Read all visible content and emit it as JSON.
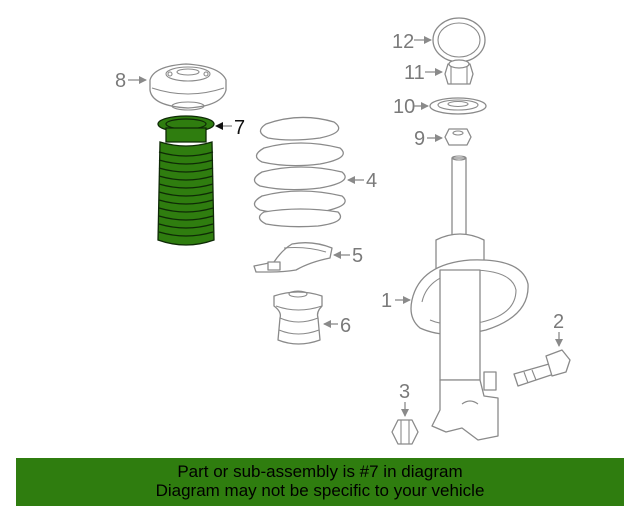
{
  "callouts": {
    "c1": "1",
    "c2": "2",
    "c3": "3",
    "c4": "4",
    "c5": "5",
    "c6": "6",
    "c7": "7",
    "c8": "8",
    "c9": "9",
    "c10": "10",
    "c11": "11",
    "c12": "12"
  },
  "highlight_color": "#2f7d0f",
  "footer": {
    "line1": "Part or sub-assembly is #7 in diagram",
    "line2": "Diagram may not be specific to your vehicle"
  }
}
